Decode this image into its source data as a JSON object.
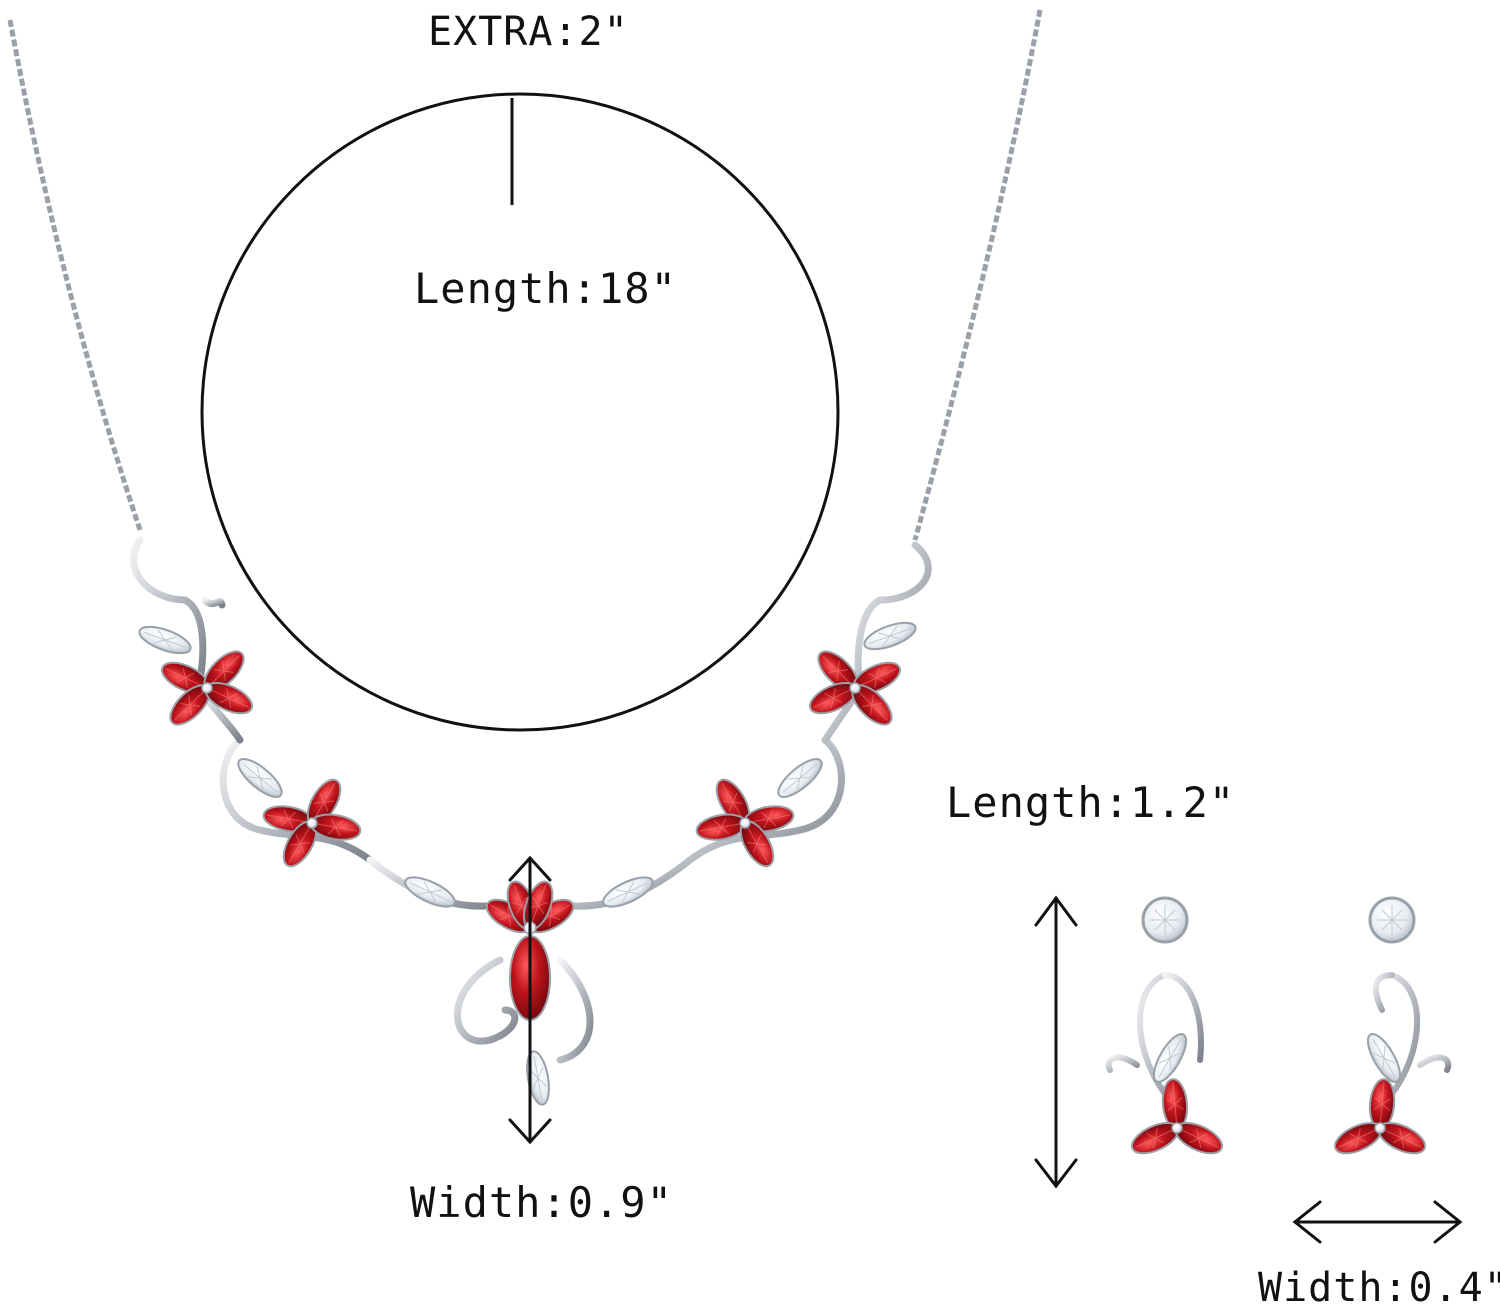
{
  "measurements": {
    "chain_extension": "EXTRA:2\"",
    "chain_length": "Length:18\"",
    "pendant_width": "Width:0.9\"",
    "earring_length": "Length:1.2\"",
    "earring_width": "Width:0.4\""
  },
  "colors": {
    "background": "#ffffff",
    "ink": "#111111",
    "metal": "#c9ccd2",
    "metal_dark": "#8e939b",
    "stone_red": "#c0141c",
    "stone_red_dark": "#7a0a10",
    "stone_clear": "#eef2f6"
  },
  "icons": {
    "measure_length": "double-arrow-vertical",
    "measure_width": "double-arrow-horizontal"
  }
}
